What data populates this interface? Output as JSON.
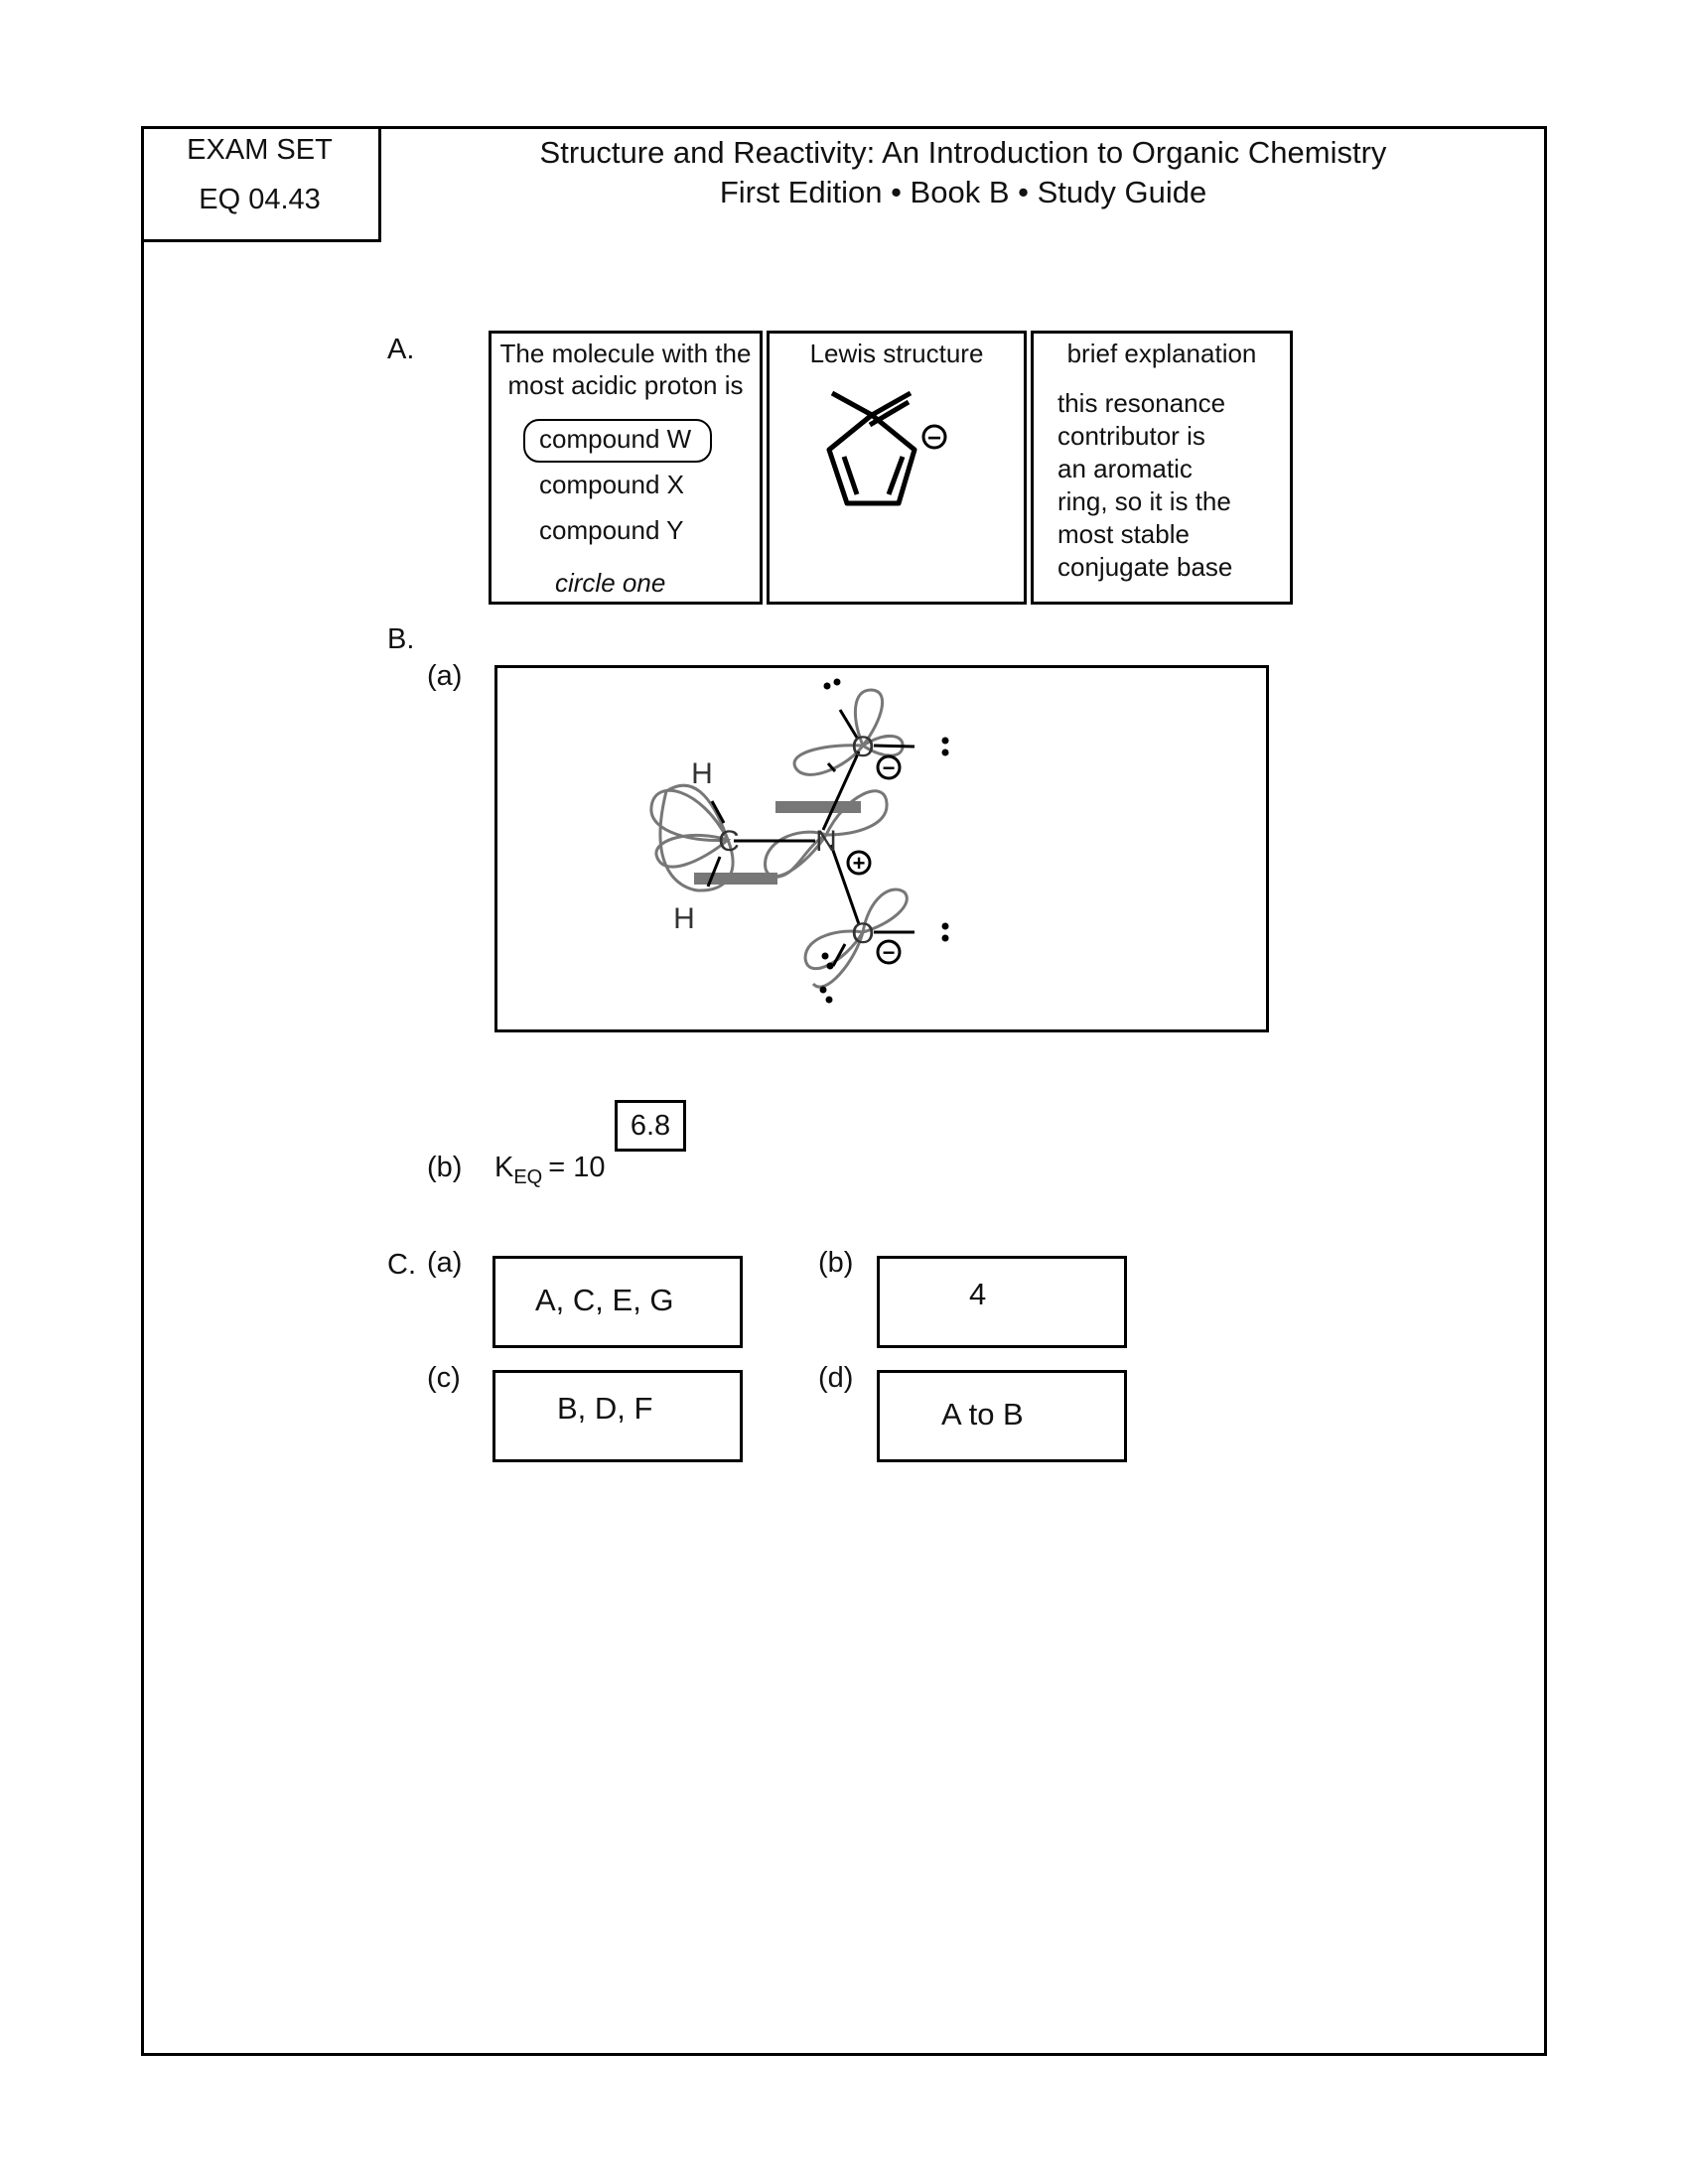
{
  "exam_set": {
    "line1": "EXAM SET",
    "line2": "EQ 04.43"
  },
  "header": {
    "title": "Structure and Reactivity: An Introduction to Organic Chemistry",
    "subtitle": "First Edition • Book B • Study Guide"
  },
  "part_a": {
    "label": "A.",
    "box1": {
      "prompt_line1": "The molecule with the",
      "prompt_line2": "most acidic proton is",
      "options": [
        "compound W",
        "compound X",
        "compound Y"
      ],
      "selected": "compound W",
      "instruction": "circle one"
    },
    "box2": {
      "heading": "Lewis structure",
      "charge": "−"
    },
    "box3": {
      "heading": "brief explanation",
      "lines": [
        "this resonance",
        "contributor is",
        "an aromatic",
        "ring, so it is the",
        "most stable",
        "conjugate base"
      ]
    }
  },
  "part_b": {
    "label": "B.",
    "a_label": "(a)",
    "diagram": {
      "atoms": [
        "H",
        "C",
        "N",
        "H",
        "O",
        "O"
      ],
      "charges": [
        "−",
        "+",
        "−"
      ]
    },
    "b_label": "(b)",
    "keq": {
      "symbol": "K",
      "subscript": "EQ",
      "equals": "= 10",
      "exponent": "6.8"
    }
  },
  "part_c": {
    "label": "C.",
    "answers": [
      {
        "label": "(a)",
        "value": "A, C, E, G"
      },
      {
        "label": "(b)",
        "value": "4"
      },
      {
        "label": "(c)",
        "value": "B, D, F"
      },
      {
        "label": "(d)",
        "value": "A to B"
      }
    ]
  }
}
